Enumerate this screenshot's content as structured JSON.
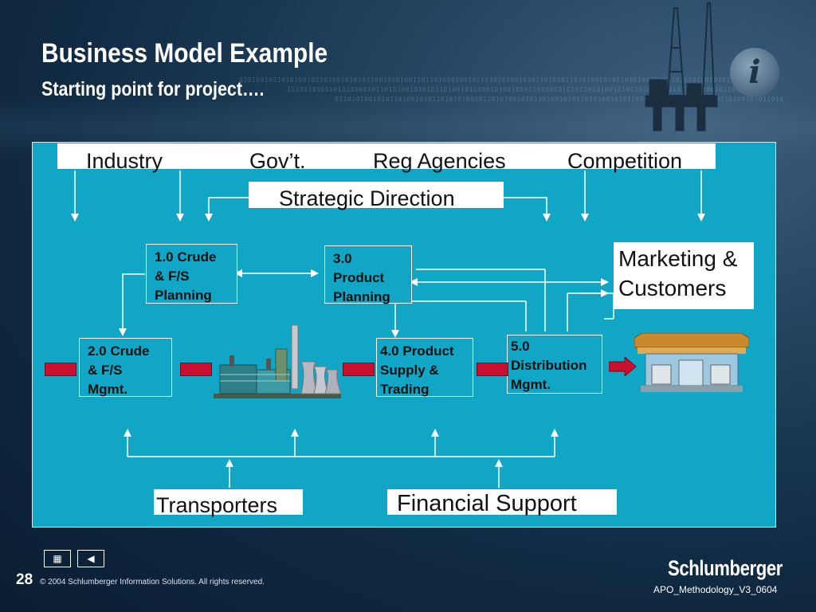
{
  "slide": {
    "title": "Business Model Example",
    "subtitle": "Starting point for project….",
    "page_number": "28",
    "copyright": "© 2004 Schlumberger Information Solutions. All rights reserved.",
    "logo_text": "Schlumberger",
    "doc_code": "APO_Methodology_V3_0604",
    "info_glyph": "i"
  },
  "decor": {
    "binary_line_1": "0101001011010100101101001010101100101010011011010101001011010101001010110101011010100101011010100101011010101001010110",
    "binary_line_2": "1010110100101010100101101010010101011010010110101010010101101001010101101010010101101010010101101010010110101001",
    "binary_line_3": "0110101001010110100101011010101001011010100101011010010101101010010101101001010110101001010110100101011010"
  },
  "top_labels": {
    "industry": "Industry",
    "govt": "Gov’t.",
    "reg_agencies": "Reg Agencies",
    "competition": "Competition"
  },
  "strategic_direction": "Strategic Direction",
  "boxes": {
    "crude_planning": [
      "1.0 Crude",
      "& F/S",
      "Planning"
    ],
    "product_planning": [
      "3.0",
      "Product",
      "Planning"
    ],
    "crude_mgmt": [
      "2.0 Crude",
      "& F/S",
      "Mgmt."
    ],
    "supply_trading": [
      "4.0 Product",
      "Supply &",
      "Trading"
    ],
    "distribution": [
      "5.0",
      "Distribution",
      "Mgmt."
    ]
  },
  "marketing": [
    "Marketing &",
    "Customers"
  ],
  "bottom_labels": {
    "transporters": "Transporters",
    "financial_support": "Financial Support"
  },
  "icons": {
    "nav_home": "home-icon",
    "nav_back": "back-icon",
    "refinery": "refinery-icon",
    "gas_station": "gas-station-icon",
    "oil_rig": "oil-rig-icon",
    "info": "info-icon"
  },
  "colors": {
    "panel": "#11a6c6",
    "red_connector": "#c8102e",
    "text": "#111111"
  }
}
